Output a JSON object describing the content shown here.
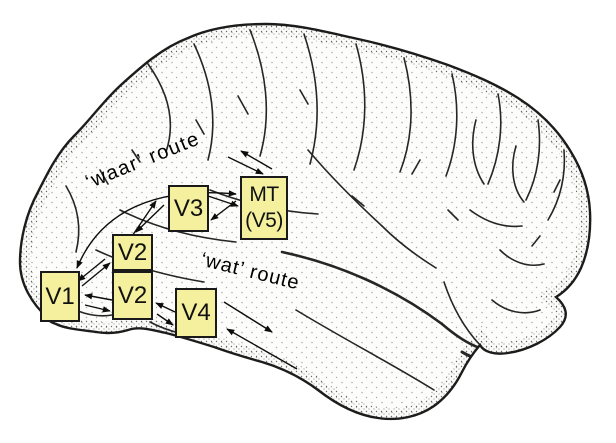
{
  "figure": {
    "description": "Lateral line drawing of a brain with labeled visual areas and dorsal/ventral route annotations",
    "boxes": [
      {
        "id": "v1",
        "label": "V1"
      },
      {
        "id": "v2-dorsal",
        "label": "V2"
      },
      {
        "id": "v2-ventral",
        "label": "V2"
      },
      {
        "id": "v3",
        "label": "V3"
      },
      {
        "id": "v4",
        "label": "V4"
      },
      {
        "id": "mt",
        "label": "MT",
        "label2": "(V5)"
      }
    ],
    "routes": {
      "dorsal_label": "‘waar’ route",
      "ventral_label": "‘wat’ route"
    },
    "connections": [
      {
        "from": "V1",
        "to": "V2 (dorsal)",
        "bidirectional": true
      },
      {
        "from": "V1",
        "to": "V2 (ventral)",
        "bidirectional": true
      },
      {
        "from": "V2 (dorsal)",
        "to": "V3",
        "bidirectional": true
      },
      {
        "from": "V3",
        "to": "MT (V5)",
        "bidirectional": true
      },
      {
        "from": "V1",
        "to": "MT (V5)",
        "bidirectional": true,
        "style": "long arc"
      },
      {
        "from": "MT (V5)",
        "to": "unlabeled dorsal region",
        "bidirectional": true
      },
      {
        "from": "V2 (ventral)",
        "to": "V4",
        "bidirectional": true
      },
      {
        "from": "V4",
        "to": "unlabeled temporal region",
        "bidirectional": true
      }
    ],
    "colors": {
      "box_fill": "#f4f09e",
      "box_border": "#1a1a1a",
      "arrow": "#0d0d0d",
      "line_art": "#1c1c1c",
      "stipple": "#444444",
      "background": "#ffffff"
    }
  }
}
